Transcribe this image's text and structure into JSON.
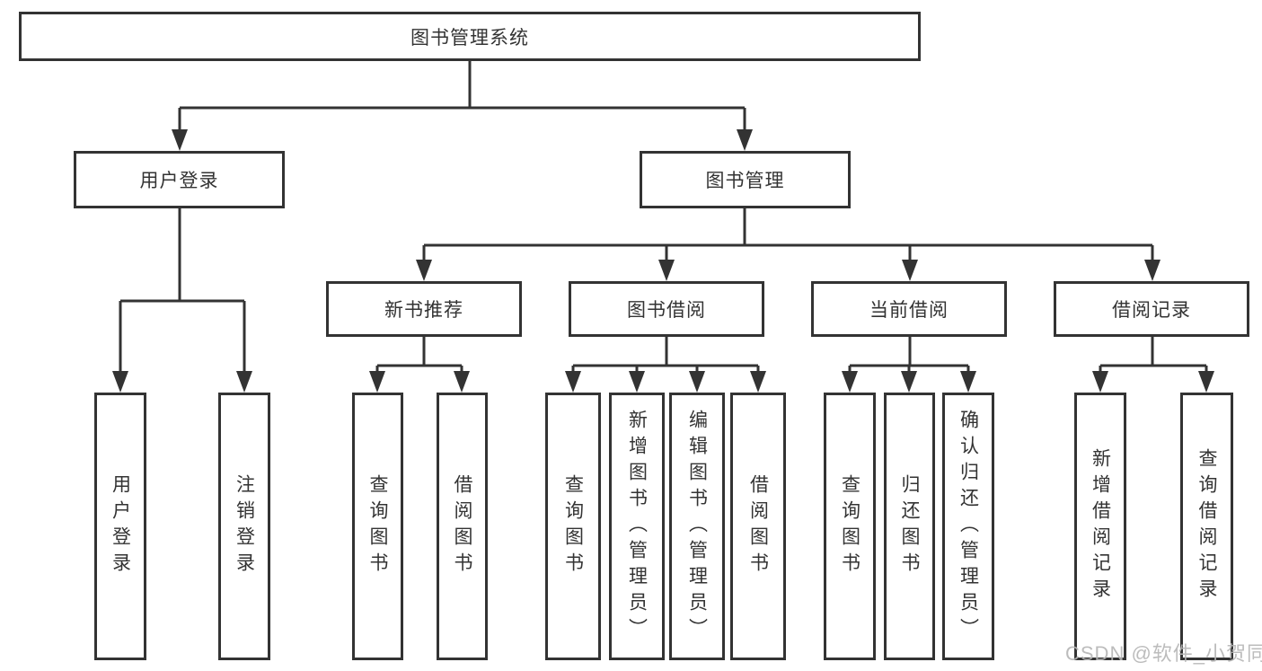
{
  "style": {
    "ink": "#333333",
    "watermark_color": "#b5b5b5",
    "background": "#ffffff"
  },
  "watermark": {
    "text": "CSDN @软件_小贺同学"
  },
  "tree": {
    "root": "图书管理系统",
    "children": [
      {
        "label": "用户登录",
        "children": [
          "用户登录",
          "注销登录"
        ]
      },
      {
        "label": "图书管理",
        "children": [
          {
            "label": "新书推荐",
            "children": [
              "查询图书",
              "借阅图书"
            ]
          },
          {
            "label": "图书借阅",
            "children": [
              "查询图书",
              "新增图书（管理员）",
              "编辑图书（管理员）",
              "借阅图书"
            ]
          },
          {
            "label": "当前借阅",
            "children": [
              "查询图书",
              "归还图书",
              "确认归还（管理员）"
            ]
          },
          {
            "label": "借阅记录",
            "children": [
              "新增借阅记录",
              "查询借阅记录"
            ]
          }
        ]
      }
    ]
  }
}
